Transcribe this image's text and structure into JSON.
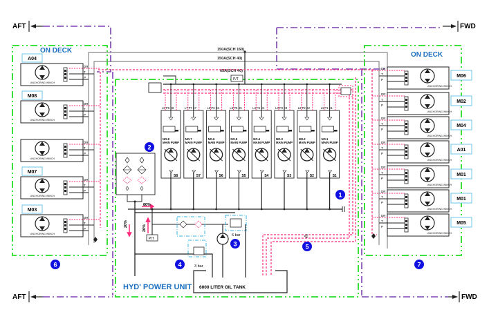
{
  "direction": {
    "aft": "AFT",
    "fwd": "FWD"
  },
  "colors": {
    "zone_green": "#22dd22",
    "axis_purple": "#7b3fb0",
    "drain_pink": "#ff2a7a",
    "callout_blue": "#1010e0",
    "title_blue": "#1a6fc0",
    "id_box_border": "#6ec6ea",
    "line_black": "#222222",
    "line_gray": "#888888"
  },
  "zones": {
    "left": {
      "title": "ON DECK",
      "callout": "6"
    },
    "right": {
      "title": "ON DECK",
      "callout": "7"
    },
    "hpu": {
      "title": "HYD' POWER UNIT"
    }
  },
  "headers": {
    "line1": "150A(SCH 160)",
    "line2": "150A(SCH 40)",
    "line3": "65A(SCH 40)"
  },
  "winch_label": "ANCHORING WINCH",
  "port_labels": {
    "drain": "DR",
    "tank": "T",
    "pressure": "P"
  },
  "left_winches": [
    {
      "id": "A04",
      "show_id": true
    },
    {
      "id": "M08",
      "show_id": true
    },
    {
      "id": "",
      "show_id": false
    },
    {
      "id": "M07",
      "show_id": true
    },
    {
      "id": "M03",
      "show_id": true
    }
  ],
  "right_winches": [
    {
      "id": "M06"
    },
    {
      "id": "M02"
    },
    {
      "id": "M04"
    },
    {
      "id": "A01"
    },
    {
      "id": "M01"
    },
    {
      "id": "M01"
    },
    {
      "id": "M05"
    }
  ],
  "pumps": [
    {
      "name": "NO.8",
      "sub": "MAIN PUMP",
      "ports": "L8 P8 X8",
      "suction": "S8"
    },
    {
      "name": "NO.7",
      "sub": "MAIN PUMP",
      "ports": "L7 P7 X7",
      "suction": "S7"
    },
    {
      "name": "NO.6",
      "sub": "MAIN PUMP",
      "ports": "L6 P6 X6",
      "suction": "S6"
    },
    {
      "name": "NO.5",
      "sub": "MAIN PUMP",
      "ports": "L5 P5 X5",
      "suction": "S5"
    },
    {
      "name": "NO.4",
      "sub": "MAIN PUMP",
      "ports": "L4 P4 X4",
      "suction": "S4"
    },
    {
      "name": "NO.3",
      "sub": "MAIN PUMP",
      "ports": "L3 P3 X3",
      "suction": "S3"
    },
    {
      "name": "NO.2",
      "sub": "MAIN PUMP",
      "ports": "L2 P2 X2",
      "suction": "S2"
    },
    {
      "name": "NO.1",
      "sub": "MAIN PUMP",
      "ports": "L1 P1 X1",
      "suction": "S1"
    }
  ],
  "callouts": [
    "1",
    "2",
    "3",
    "4",
    "5",
    "6",
    "7"
  ],
  "instruments": {
    "pit_top": "P/T",
    "pit_bottom": "P/T"
  },
  "flow": {
    "main_pct": "80%",
    "branch_pct_up": "20%",
    "branch_pct_down": "20%"
  },
  "relief": {
    "high": "6 bar",
    "low": "3 bar"
  },
  "tank": {
    "label": "6000 LITER OIL TANK"
  }
}
